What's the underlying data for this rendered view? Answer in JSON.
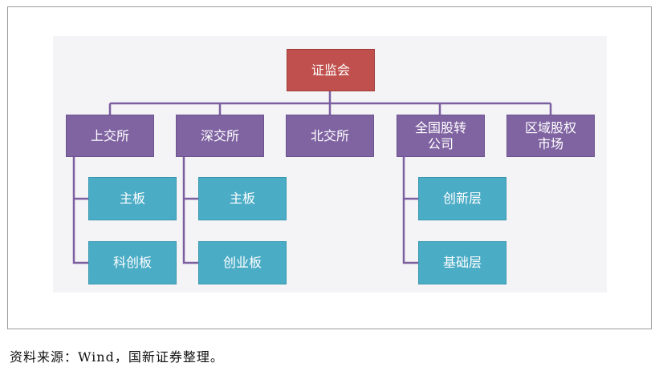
{
  "diagram": {
    "root": {
      "label": "证监会"
    },
    "level1": [
      {
        "label": "上交所"
      },
      {
        "label": "深交所"
      },
      {
        "label": "北交所"
      },
      {
        "label": "全国股转\n公司"
      },
      {
        "label": "区域股权\n市场"
      }
    ],
    "children": {
      "sse": [
        {
          "label": "主板"
        },
        {
          "label": "科创板"
        }
      ],
      "szse": [
        {
          "label": "主板"
        },
        {
          "label": "创业板"
        }
      ],
      "neeq": [
        {
          "label": "创新层"
        },
        {
          "label": "基础层"
        }
      ]
    },
    "colors": {
      "root": "#c0504d",
      "level1": "#8064a2",
      "level2": "#4bacc6",
      "connector": "#7b5fa0"
    }
  },
  "source_note": "资料来源：Wind，国新证券整理。"
}
